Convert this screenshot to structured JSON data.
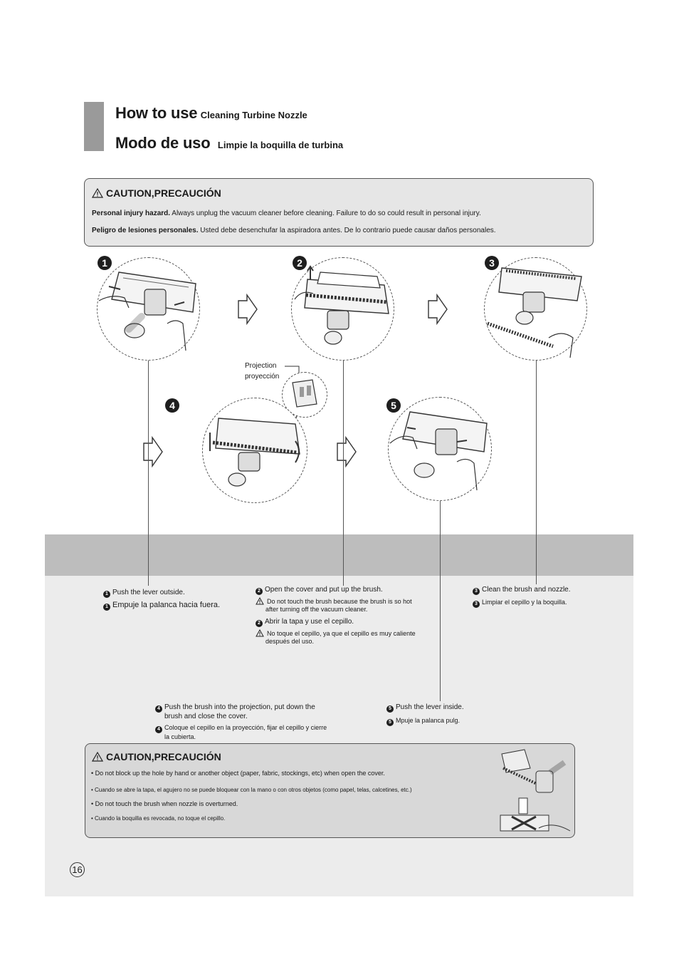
{
  "header": {
    "title_en": "How to use",
    "subtitle_en": "Cleaning Turbine Nozzle",
    "title_es": "Modo de uso",
    "subtitle_es": "Limpie la boquilla de turbina"
  },
  "caution_top": {
    "heading": "CAUTION,PRECAUCIÓN",
    "en_bold": "Personal injury hazard.",
    "en_text": " Always unplug the vacuum cleaner before cleaning. Failure to do so could result in personal injury.",
    "es_bold": "Peligro de lesiones personales.",
    "es_text": " Usted debe desenchufar la aspiradora antes. De lo contrario puede causar daños personales."
  },
  "steps": {
    "badges": [
      "1",
      "2",
      "3",
      "4",
      "5"
    ],
    "callout_en": "Projection",
    "callout_es": "proyección"
  },
  "instructions": {
    "step1": {
      "num": "1",
      "en": "Push the lever outside.",
      "es": "Empuje la palanca hacia fuera."
    },
    "step2": {
      "num": "2",
      "en": "Open the cover and put up the brush.",
      "warn_en_1": "Do not touch the brush because the brush is so hot",
      "warn_en_2": "after turning off the vacuum cleaner.",
      "es": "Abrir la tapa y use el cepillo.",
      "warn_es_1": "No toque el cepillo, ya que el cepillo es muy caliente",
      "warn_es_2": "después del uso."
    },
    "step3": {
      "num": "3",
      "en": "Clean the brush and nozzle.",
      "es": "Limpiar el cepillo y la boquilla."
    },
    "step4": {
      "num": "4",
      "en_1": "Push the brush into the projection, put down the",
      "en_2": "brush and close the cover.",
      "es_1": "Coloque el cepillo en la proyección, fijar el cepillo y cierre",
      "es_2": "la cubierta."
    },
    "step5": {
      "num": "5",
      "en": "Push the lever inside.",
      "es": "Mpuje la palanca pulg."
    }
  },
  "caution_bottom": {
    "heading": "CAUTION,PRECAUCIÓN",
    "lines": [
      "• Do not block up the hole by hand or another object (paper, fabric, stockings, etc) when open the cover.",
      "• Cuando se abre la tapa, el agujero no se puede bloquear con la mano o con otros objetos (como papel, telas, calcetines, etc.)",
      "• Do not touch the brush when nozzle is overturned.",
      "• Cuando la boquilla es revocada, no toque el cepillo."
    ]
  },
  "page_number": "16"
}
